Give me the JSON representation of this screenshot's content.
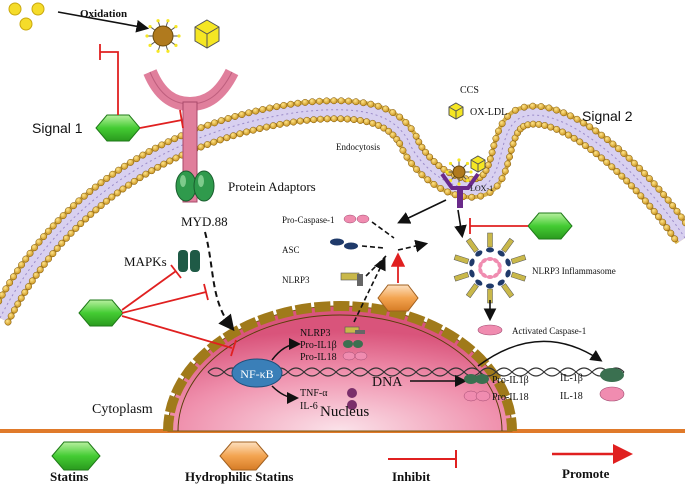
{
  "labels": {
    "oxidation": "Oxidation",
    "signal1": "Signal 1",
    "signal2": "Signal 2",
    "ccs": "CCS",
    "oxldl": "OX-LDL",
    "endocytosis": "Endocytosis",
    "lox1": "LOX-1",
    "protein_adaptors": "Protein Adaptors",
    "myd88": "MYD.88",
    "pro_caspase1": "Pro-Caspase-1",
    "asc": "ASC",
    "nlrp3": "NLRP3",
    "nlrp3_inflammasome": "NLRP3 Inflammasome",
    "mapks": "MAPKs",
    "activated_caspase1": "Activated Caspase-1",
    "nucleus_nlrp3": "NLRP3",
    "nucleus_pro_il1b": "Pro-IL1β",
    "nucleus_pro_il18": "Pro-IL18",
    "nfkb": "NF-κB",
    "tnfa": "TNF-α",
    "il6": "IL-6",
    "dna": "DNA",
    "nucleus": "Nucleus",
    "cytoplasm": "Cytoplasm",
    "pro_il1b": "Pro-IL1β",
    "pro_il18": "Pro-IL18",
    "il1b": "IL-1β",
    "il18": "IL-18"
  },
  "legend": {
    "statins": "Statins",
    "hydrophilic_statins": "Hydrophilic Statins",
    "inhibit": "Inhibit",
    "promote": "Promote"
  },
  "colors": {
    "statin_green": "#33cc33",
    "hydrophilic_orange": "#f0a050",
    "receptor_pink": "#e07f9c",
    "membrane_gold": "#d4a017",
    "nucleus_pink": "#e56c8f",
    "inhibit_red": "#e02020"
  }
}
